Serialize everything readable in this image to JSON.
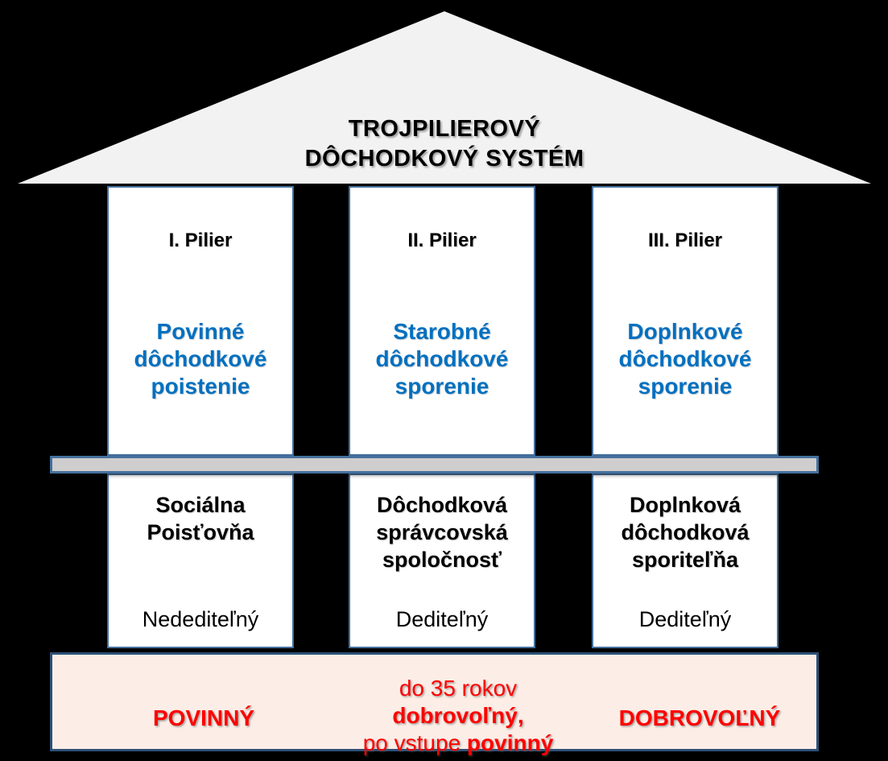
{
  "colors": {
    "background": "#000000",
    "roof_fill": "#F2F2F2",
    "box_border": "#44709D",
    "beam_fill": "#CFCDCD",
    "bottom_bar_fill": "#FCEEE7",
    "bottom_bar_border": "#2E5077",
    "accent_blue": "#0070C0",
    "accent_red": "#FF0000"
  },
  "roof": {
    "title_line1": "TROJPILIEROVÝ",
    "title_line2": "DÔCHODKOVÝ SYSTÉM"
  },
  "pillars": [
    {
      "header": "I. Pilier",
      "scheme": "Povinné\ndôchodkové\npoistenie",
      "institution": "Sociálna\nPoisťovňa",
      "inheritability": "Nedediteľný"
    },
    {
      "header": "II. Pilier",
      "scheme": "Starobné\ndôchodkové\nsporenie",
      "institution": "Dôchodková\nsprávcovská\nspoločnosť",
      "inheritability": "Dediteľný"
    },
    {
      "header": "III. Pilier",
      "scheme": "Doplnkové\ndôchodkové\nsporenie",
      "institution": "Doplnková\ndôchodková\nsporiteľňa",
      "inheritability": "Dediteľný"
    }
  ],
  "bottom_bar": {
    "left": "POVINNÝ",
    "middle_line1_regular": "do 35 rokov ",
    "middle_line1_bold": "dobrovoľný,",
    "middle_line2_regular": "po vstupe ",
    "middle_line2_bold": "povinný",
    "right": "DOBROVOĽNÝ"
  }
}
